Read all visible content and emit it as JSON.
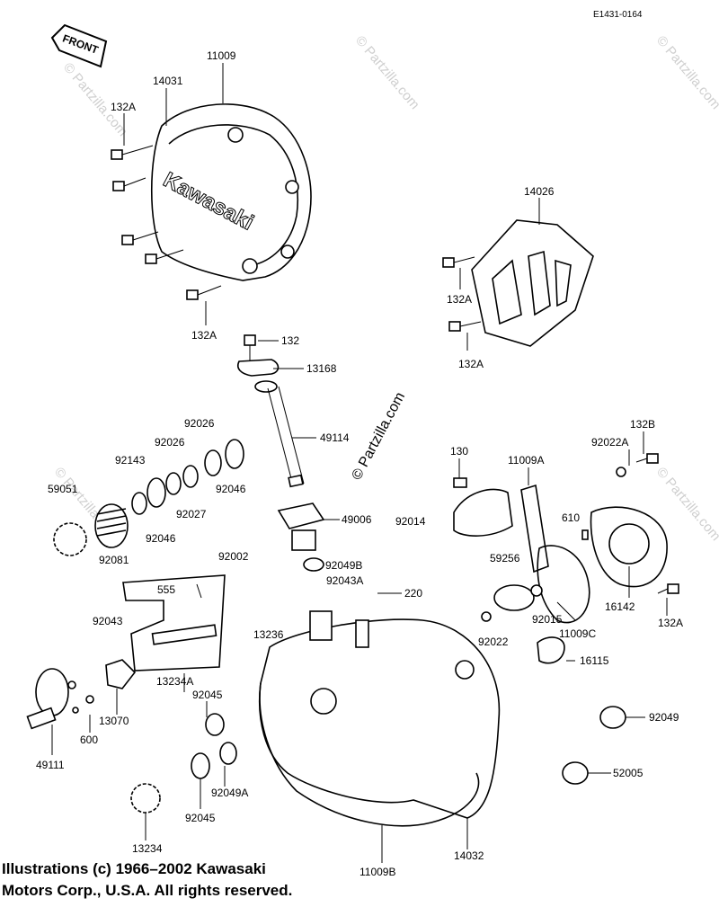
{
  "diagram_code": "E1431-0164",
  "front_label": "FRONT",
  "brand_on_cover": "Kawasaki",
  "watermark": "© Partzilla.com",
  "copyright_line1": "Illustrations (c) 1966–2002 Kawasaki",
  "copyright_line2": "Motors Corp., U.S.A.  All rights reserved.",
  "parts": {
    "p11009": "11009",
    "p14031": "14031",
    "p132A_1": "132A",
    "p132A_2": "132A",
    "p132": "132",
    "p13168": "13168",
    "p14026": "14026",
    "p132A_3": "132A",
    "p132A_4": "132A",
    "p49114": "49114",
    "p92026_1": "92026",
    "p92026_2": "92026",
    "p92143": "92143",
    "p59051": "59051",
    "p92046_1": "92046",
    "p92027": "92027",
    "p92046_2": "92046",
    "p92081": "92081",
    "p49006": "49006",
    "p92014": "92014",
    "p130": "130",
    "p11009A": "11009A",
    "p132B": "132B",
    "p92022A": "92022A",
    "p610": "610",
    "p92049B": "92049B",
    "p92043A": "92043A",
    "p220": "220",
    "p92002": "92002",
    "p555": "555",
    "p92043": "92043",
    "p13236": "13236",
    "p59256": "59256",
    "p92015": "92015",
    "p16142": "16142",
    "p132A_5": "132A",
    "p11009C": "11009C",
    "p92022": "92022",
    "p16115": "16115",
    "p13234A": "13234A",
    "p92045_1": "92045",
    "p13070": "13070",
    "p600": "600",
    "p49111": "49111",
    "p92049": "92049",
    "p52005": "52005",
    "p92049A": "92049A",
    "p92045_2": "92045",
    "p13234": "13234",
    "p14032": "14032",
    "p11009B": "11009B"
  }
}
